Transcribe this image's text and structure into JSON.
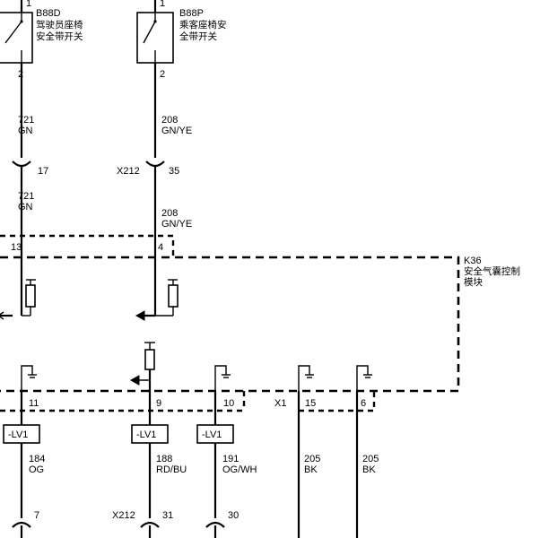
{
  "components": {
    "b88d": {
      "ref": "B88D",
      "name_line1": "驾驶员座椅",
      "name_line2": "安全带开关",
      "pin_top": "1",
      "pin_bottom": "2"
    },
    "b88p": {
      "ref": "B88P",
      "name_line1": "乘客座椅安",
      "name_line2": "全带开关",
      "pin_top": "1",
      "pin_bottom": "2"
    },
    "k36": {
      "ref": "K36",
      "name_line1": "安全气囊控制",
      "name_line2": "模块"
    }
  },
  "wires": [
    {
      "id": "w1",
      "circuit": "721",
      "color": "GN"
    },
    {
      "id": "w2",
      "circuit": "721",
      "color": "GN"
    },
    {
      "id": "w3",
      "circuit": "208",
      "color": "GN/YE"
    },
    {
      "id": "w4",
      "circuit": "208",
      "color": "GN/YE"
    },
    {
      "id": "w5",
      "circuit": "184",
      "color": "OG"
    },
    {
      "id": "w6",
      "circuit": "188",
      "color": "RD/BU"
    },
    {
      "id": "w7",
      "circuit": "191",
      "color": "OG/WH"
    },
    {
      "id": "w8",
      "circuit": "205",
      "color": "BK"
    },
    {
      "id": "w9",
      "circuit": "205",
      "color": "BK"
    }
  ],
  "connectors": {
    "x212": "X212",
    "x1": "X1"
  },
  "pins": {
    "c17": "17",
    "c35": "35",
    "p13": "13",
    "p4": "4",
    "p11": "11",
    "p9": "9",
    "p10": "10",
    "p15": "15",
    "p6": "6",
    "c7": "7",
    "c31": "31",
    "c30": "30"
  },
  "load_label": "-LV1"
}
